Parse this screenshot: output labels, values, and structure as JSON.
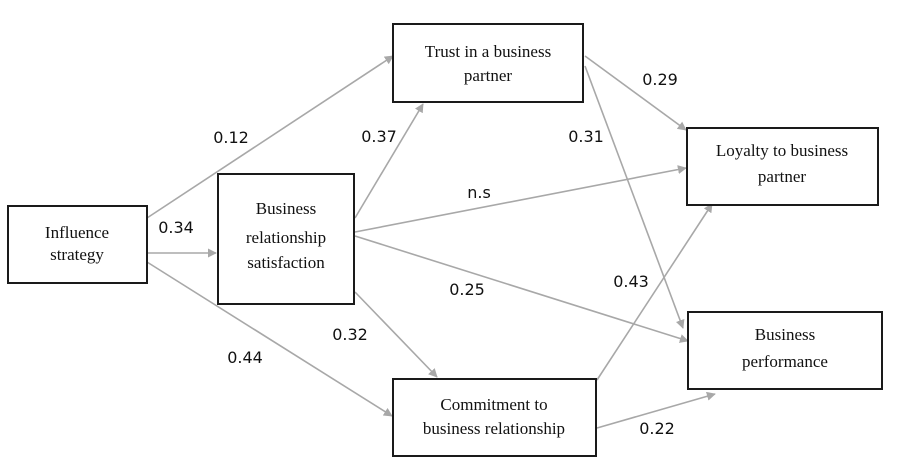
{
  "nodes": {
    "influence": [
      "Influence",
      "strategy"
    ],
    "satisfaction": [
      "Business",
      "relationship",
      "satisfaction"
    ],
    "trust": [
      "Trust in a business",
      "partner"
    ],
    "commitment": [
      "Commitment to",
      "business relationship"
    ],
    "loyalty": [
      "Loyalty to business",
      "partner"
    ],
    "performance": [
      "Business",
      "performance"
    ]
  },
  "coefficients": {
    "influence_trust": "0.12",
    "influence_satisfaction": "0.34",
    "influence_commitment": "0.44",
    "satisfaction_trust": "0.37",
    "satisfaction_loyalty": "n.s",
    "satisfaction_performance": "0.25",
    "satisfaction_commitment": "0.32",
    "trust_loyalty": "0.29",
    "trust_performance": "0.31",
    "commitment_loyalty": "0.43",
    "commitment_performance": "0.22"
  },
  "colors": {
    "arrow": "#a8a8a8",
    "box_border": "#1a1a1a"
  }
}
